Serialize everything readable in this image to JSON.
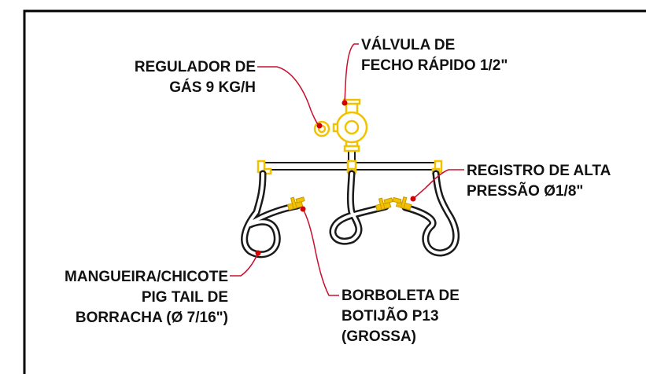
{
  "labels": {
    "regulador": [
      "REGULADOR DE",
      "GÁS 9 KG/H"
    ],
    "valvula": [
      "VÁLVULA DE",
      "FECHO RÁPIDO 1/2\""
    ],
    "registro": [
      "REGISTRO DE ALTA",
      "PRESSÃO Ø1/8\""
    ],
    "mangueira": [
      "MANGUEIRA/CHICOTE",
      "PIG TAIL DE",
      "BORRACHA (Ø 7/16\")"
    ],
    "borboleta": [
      "BORBOLETA DE",
      "BOTIJÃO P13",
      "(GROSSA)"
    ]
  },
  "colors": {
    "frame": "#000000",
    "pipe": "#1a1a1a",
    "fitting": "#f2c200",
    "leader": "#c8102e",
    "marker": "#d40000",
    "text": "#111111"
  }
}
